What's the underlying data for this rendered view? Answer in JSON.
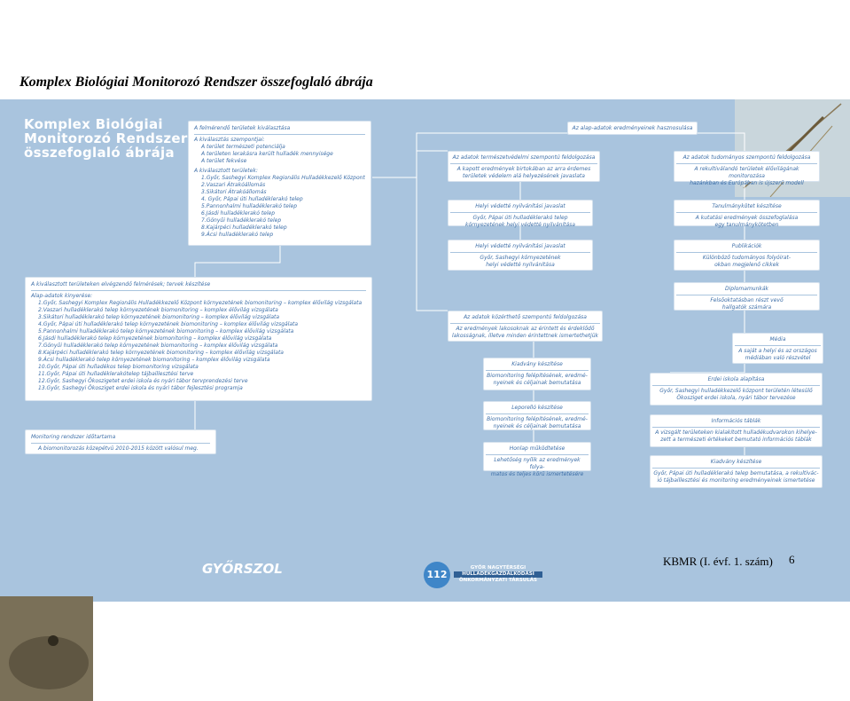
{
  "header": {
    "title": "Komplex Biológiai Monitorozó Rendszer összefoglaló ábrája"
  },
  "panel": {
    "big_title": [
      "Komplex Biológiai",
      "Monitorozó Rendszer",
      "összefoglaló ábrája"
    ]
  },
  "left": {
    "box1": {
      "head": "A felmérendő területek kiválasztása",
      "lines": [
        "A kiválasztás szempontjai:",
        "A terület természeti potenciálja",
        "A területen lerakásra került hulladék mennyisége",
        "A terület fekvése",
        "",
        "A kiválasztott területek:",
        "1.Győr, Sashegyi Komplex Regionális Hulladékkezelő Központ",
        "2.Vaszari Átrakóállomás",
        "3.Sikátori Átrakóállomás",
        "4. Győr, Pápai úti hulladéklerakó telep",
        "5.Pannonhalmi hulladéklerakó telep",
        "6.Jásdi hulladéklerakó telep",
        "7.Gönyűi hulladéklerakó telep",
        "8.Kajárpéci hulladéklerakó telep",
        "9.Ácsi hulladéklerakó telep"
      ]
    },
    "box2": {
      "head": "A kiválasztott területeken elvégzendő felmérések; tervek készítése",
      "lines": [
        "Alap-adatok kinyerése:",
        "1.Győr, Sashegyi Komplex Regionális Hulladékkezelő Központ környezetének biomonitoring – komplex élővilág vizsgálata",
        "2.Vaszari hulladéklerakó telep környezetének biomonitoring – komplex élővilág vizsgálata",
        "3.Sikátori hulladéklerakó telep környezetének biomonitoring – komplex élővilág vizsgálata",
        "4.Győr, Pápai úti hulladéklerakó telep környezetének biomonitoring – komplex élővilág vizsgálata",
        "5.Pannonhalmi hulladéklerakó telep környezetének biomonitoring – komplex élővilág vizsgálata",
        "6.Jásdi hulladéklerakó telep környezetének biomonitoring – komplex élővilág vizsgálata",
        "7.Gönyűi hulladéklerakó telep környezetének biomonitoring – komplex élővilág vizsgálata",
        "8.Kajárpéci hulladéklerakó telep környezetének biomonitoring – komplex élővilág vizsgálata",
        "9.Ácsi hulladéklerakó telep környezetének biomonitoring – komplex élővilág vizsgálata",
        "10.Győr, Pápai úti hulladékos telep biomonitoring vizsgálata",
        "11.Győr, Pápai úti hulladéklerakótelep tájbaillesztési terve",
        "12.Győr, Sashegyi Ökoszigetet erdei iskola és nyári tábor tervprendezési terve",
        "13.Győr, Sashegyi Ökosziget erdei iskola és nyári tábor fejlesztési programja"
      ]
    },
    "box3": {
      "head": "Monitoring rendszer időtartama",
      "line": "A biomonitorozás közepétvü 2010-2015 között valósul meg."
    }
  },
  "middle": {
    "top_header": "Az alap-adatok eredményeinek hasznosulása",
    "nature": {
      "head": "Az adatok természetvédelmi szempontú feldolgozása",
      "body": [
        "A kapott eredmények birtokában az arra érdemes",
        "területek védelem alá helyezésének javaslata"
      ]
    },
    "local_protected": {
      "head": "Helyi védetté nyilvánítási javaslat",
      "body": [
        "Győr, Pápai úti hulladéklerakó telep",
        "környezetének helyi védetté nyilvánítása"
      ]
    },
    "local_protected2": {
      "head": "Helyi védetté nyilvánítási javaslat",
      "body": [
        "Győr, Sashegyi környezetének",
        "helyi védetté nyilvánítása"
      ]
    },
    "public": {
      "head": "Az adatok közérthető szempontú feldolgozása",
      "body": [
        "Az eredmények lakosoknak az érintett és érdeklődő",
        "lakosságnak, illetve minden érintettnek ismertethetjük"
      ]
    },
    "exhibit1": {
      "head": "Kiadvány készítése",
      "body": [
        "Biomonitoring felépítésének, eredmé-",
        "nyeinek és céljainak bemutatása"
      ]
    },
    "exhibit2": {
      "head": "Leporelló készítése",
      "body": [
        "Biomonitoring felépítésének, eredmé-",
        "nyeinek és céljainak bemutatása"
      ]
    },
    "web": {
      "head": "Honlap működtetése",
      "body": [
        "Lehetőség nyílik az eredmények folya-",
        "matos és teljes körű ismertetésére"
      ]
    }
  },
  "right": {
    "science": {
      "head": "Az adatok tudományos szempontú feldolgozása",
      "body": [
        "A rekultiválandó területek élővilágának monitorozása",
        "hazánkban és Európában is újszerű modell"
      ]
    },
    "study": {
      "head": "Tanulmánykötet készítése",
      "body": [
        "A kutatási eredmények összefoglalása",
        "egy tanulmánykötetben"
      ]
    },
    "pubs": {
      "head": "Publikációk",
      "body": [
        "Különböző tudományos folyóirat-",
        "okban megjelenő cikkek"
      ]
    },
    "thesis": {
      "head": "Diplomamunkák",
      "body": [
        "Felsőoktatásban részt vevő",
        "hallgatók számára"
      ]
    },
    "media": {
      "head": "Média",
      "body": [
        "A saját a helyi és az országos",
        "médiában való részvétel"
      ]
    },
    "forest": {
      "head": "Erdei iskola alapítása",
      "body": [
        "Győr, Sashegyi hulladékkezelő központ területén létesülő",
        "Ökosziget erdei iskola, nyári tábor tervezése"
      ]
    },
    "boards": {
      "head": "Információs táblák",
      "body": [
        "A vizsgált területeken kialakított hulladékudvarokon kihelye-",
        "zett a természeti értékeket bemutató információs táblák"
      ]
    },
    "publication": {
      "head": "Kiadvány készítése",
      "body": [
        "Győr, Pápai úti hulladéklerakó telep bemutatása, a rekultivác-",
        "ió tájbaillesztési és monitoring eredményeinek ismertetése"
      ]
    }
  },
  "footer": {
    "brand": "GYŐRSZOL",
    "logo_number": "112",
    "org": [
      "GYŐR NAGYTÉRSÉGI",
      "HULLADÉKGAZDÁLKODÁSI",
      "ÖNKORMÁNYZATI TÁRSULÁS"
    ],
    "course": "KBMR (I. évf. 1. szám)",
    "page": "6"
  },
  "colors": {
    "panel": "#a9c4de",
    "text": "#3e6fa8",
    "box": "#ffffff"
  }
}
